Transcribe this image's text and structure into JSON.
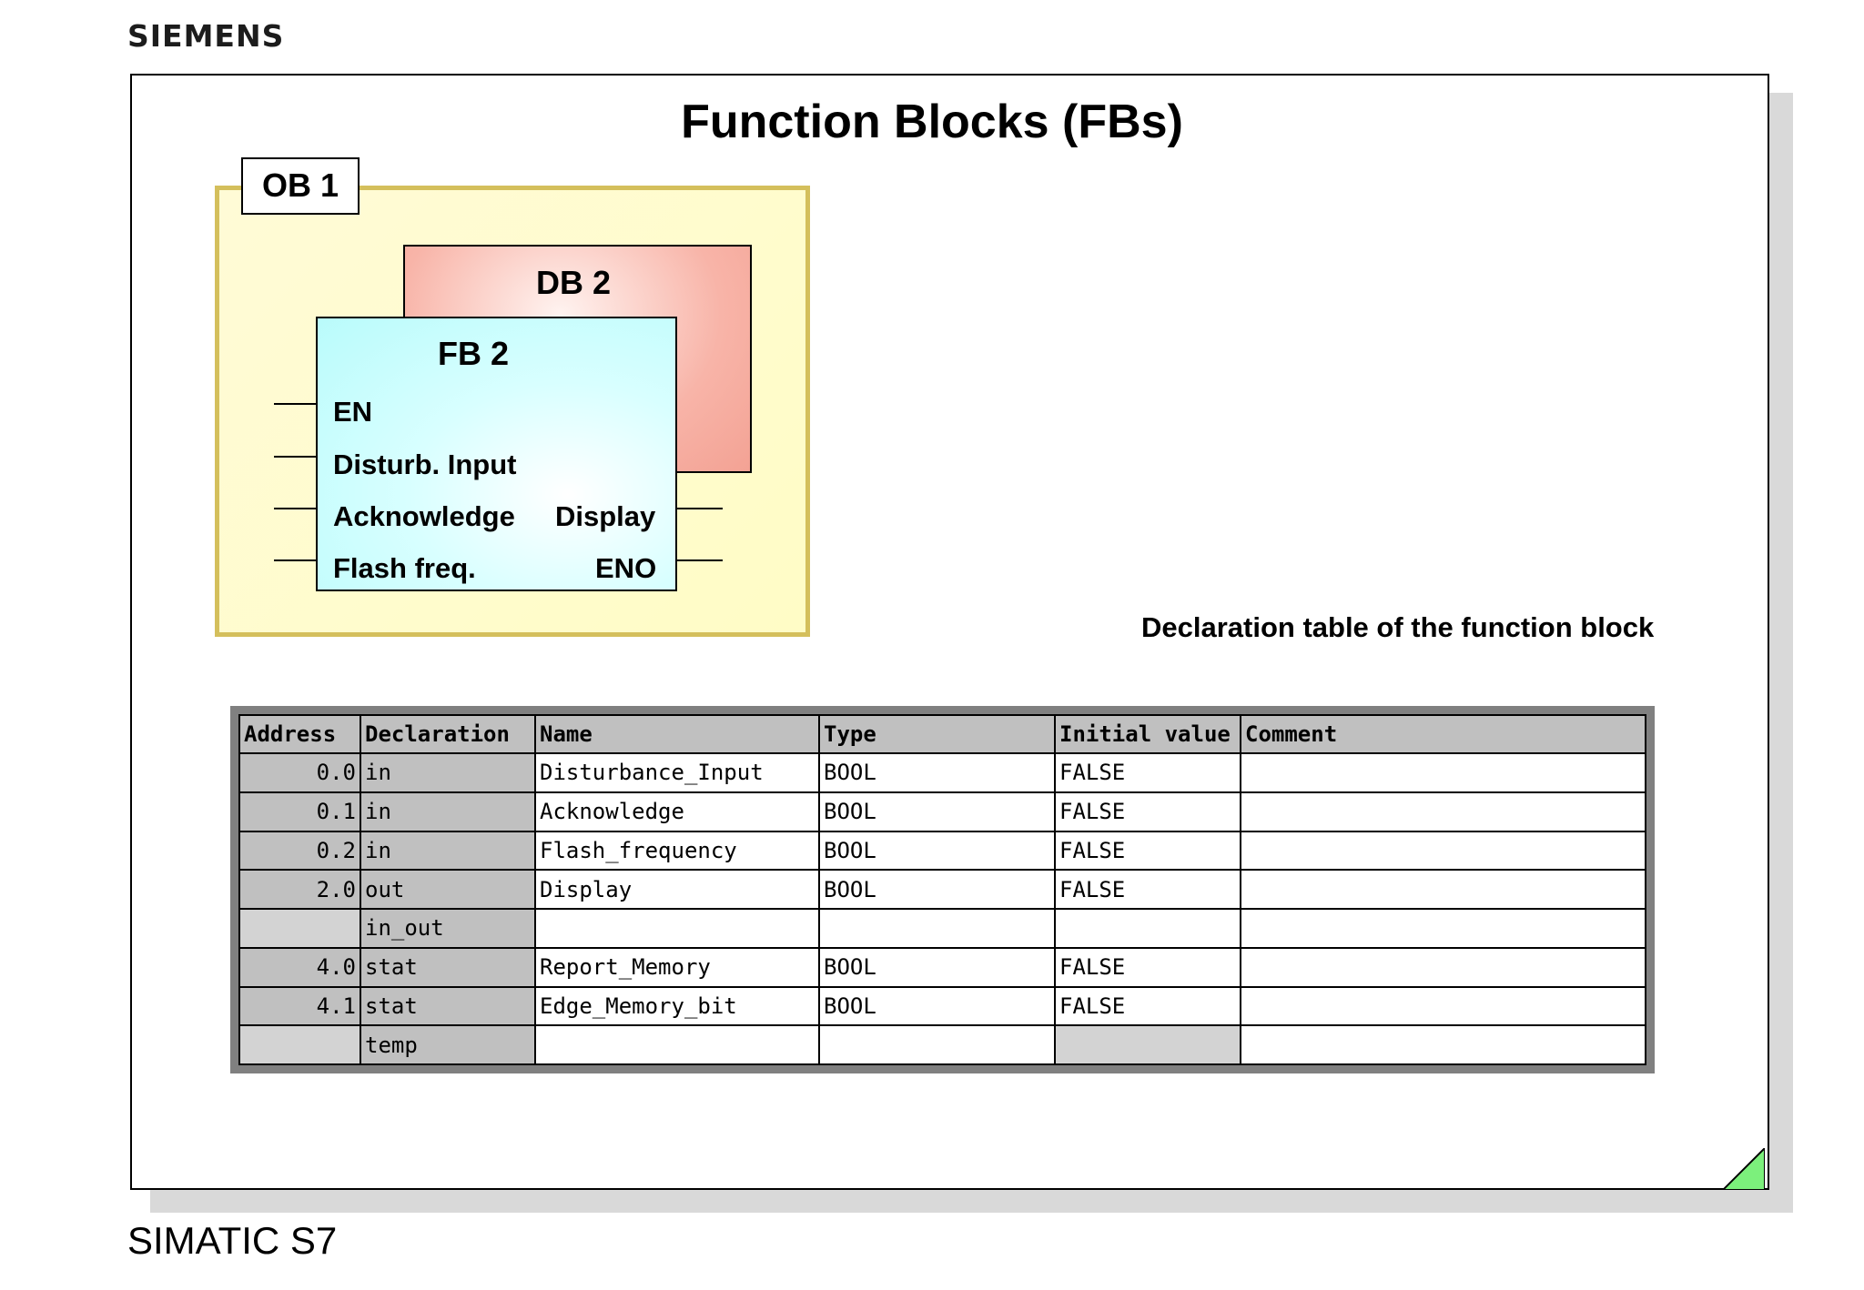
{
  "brand": "SIEMENS",
  "footer": "SIMATIC S7",
  "title": "Function Blocks (FBs)",
  "diagram": {
    "ob_label": "OB 1",
    "db_label": "DB 2",
    "fb_label": "FB 2",
    "inputs": [
      "EN",
      "Disturb. Input",
      "Acknowledge",
      "Flash freq."
    ],
    "outputs": [
      "Display",
      "ENO"
    ]
  },
  "declaration_caption": "Declaration table of the function block",
  "table": {
    "headers": [
      "Address",
      "Declaration",
      "Name",
      "Type",
      "Initial value",
      "Comment"
    ],
    "rows": [
      [
        "0.0",
        "in",
        "Disturbance_Input",
        "BOOL",
        "FALSE",
        ""
      ],
      [
        "0.1",
        "in",
        "Acknowledge",
        "BOOL",
        "FALSE",
        ""
      ],
      [
        "0.2",
        "in",
        "Flash_frequency",
        "BOOL",
        "FALSE",
        ""
      ],
      [
        "2.0",
        "out",
        "Display",
        "BOOL",
        "FALSE",
        ""
      ],
      [
        "",
        "in_out",
        "",
        "",
        "",
        ""
      ],
      [
        "4.0",
        "stat",
        "Report_Memory",
        "BOOL",
        "FALSE",
        ""
      ],
      [
        "4.1",
        "stat",
        "Edge_Memory_bit",
        "BOOL",
        "FALSE",
        ""
      ],
      [
        "",
        "temp",
        "",
        "",
        "",
        ""
      ]
    ]
  },
  "colors": {
    "ob_fill": "#fffcc6",
    "ob_border": "#d4bf5c",
    "db_fill": "#f8b4a8",
    "fb_fill": "#c8fdfd",
    "corner_fill": "#7cf07c"
  }
}
